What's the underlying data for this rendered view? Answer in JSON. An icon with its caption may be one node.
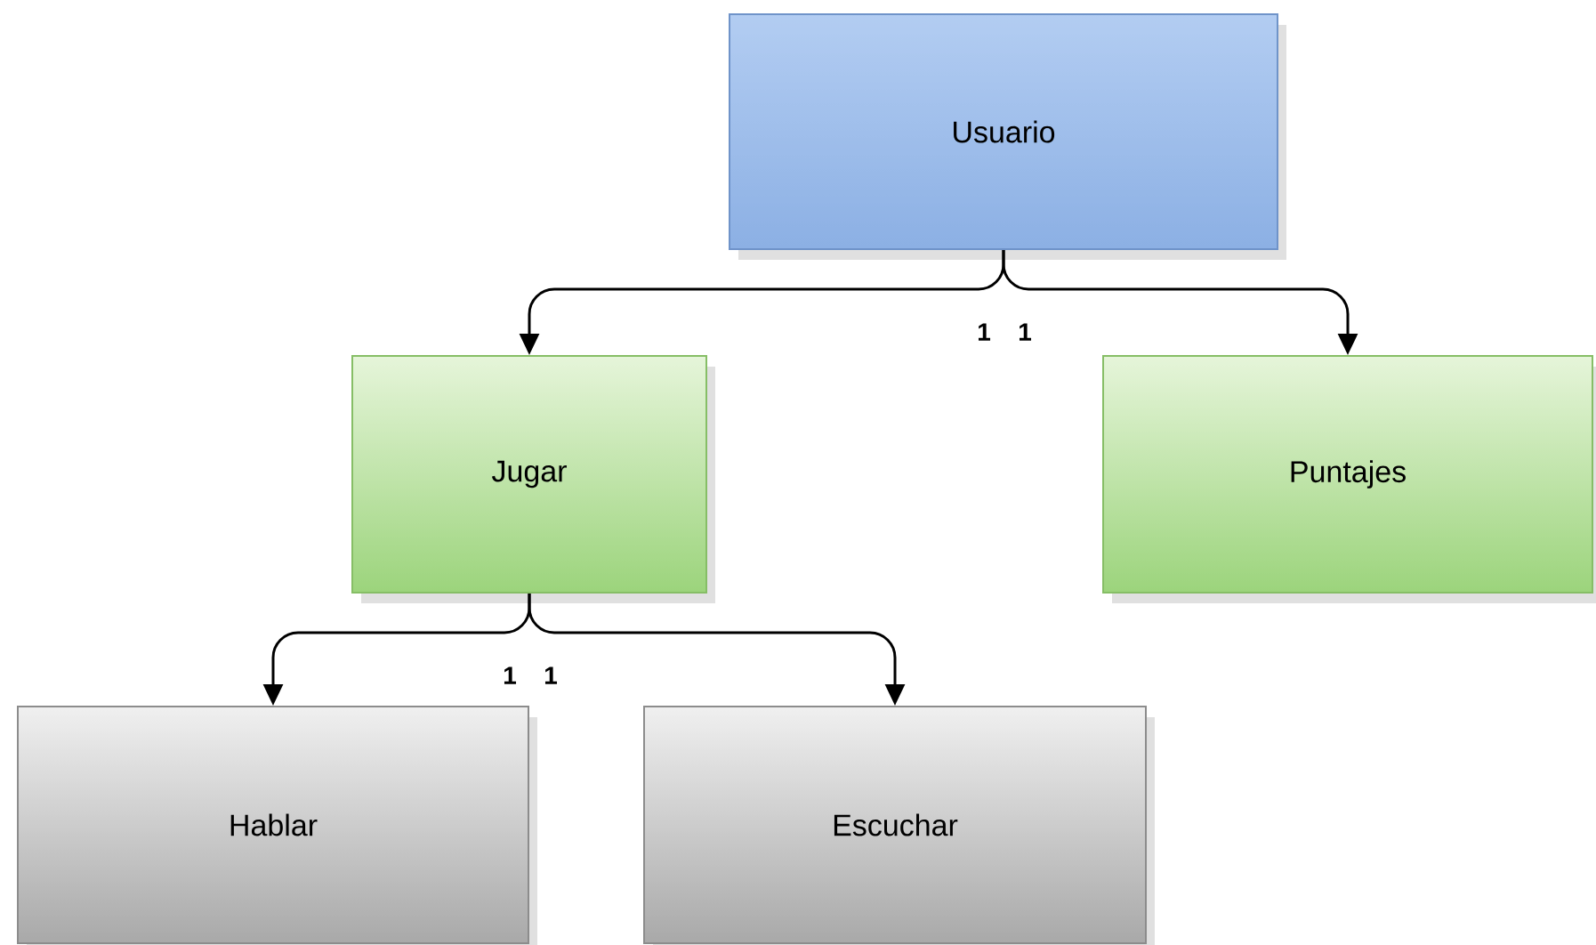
{
  "diagram": {
    "nodes": [
      {
        "text": [
          "Usuario"
        ]
      },
      {
        "text": [
          "Jugar"
        ]
      },
      {
        "text": [
          "Puntajes"
        ]
      },
      {
        "text": [
          "Hablar"
        ]
      },
      {
        "text": [
          "Escuchar"
        ]
      }
    ],
    "edges": [
      {
        "from": 0,
        "to": 1,
        "arrow": "to",
        "label": "1"
      },
      {
        "from": 0,
        "to": 2,
        "arrow": "to",
        "label": "1"
      },
      {
        "from": 1,
        "to": 3,
        "arrow": "to",
        "label": "1"
      },
      {
        "from": 1,
        "to": 4,
        "arrow": "to",
        "label": "1"
      }
    ]
  }
}
